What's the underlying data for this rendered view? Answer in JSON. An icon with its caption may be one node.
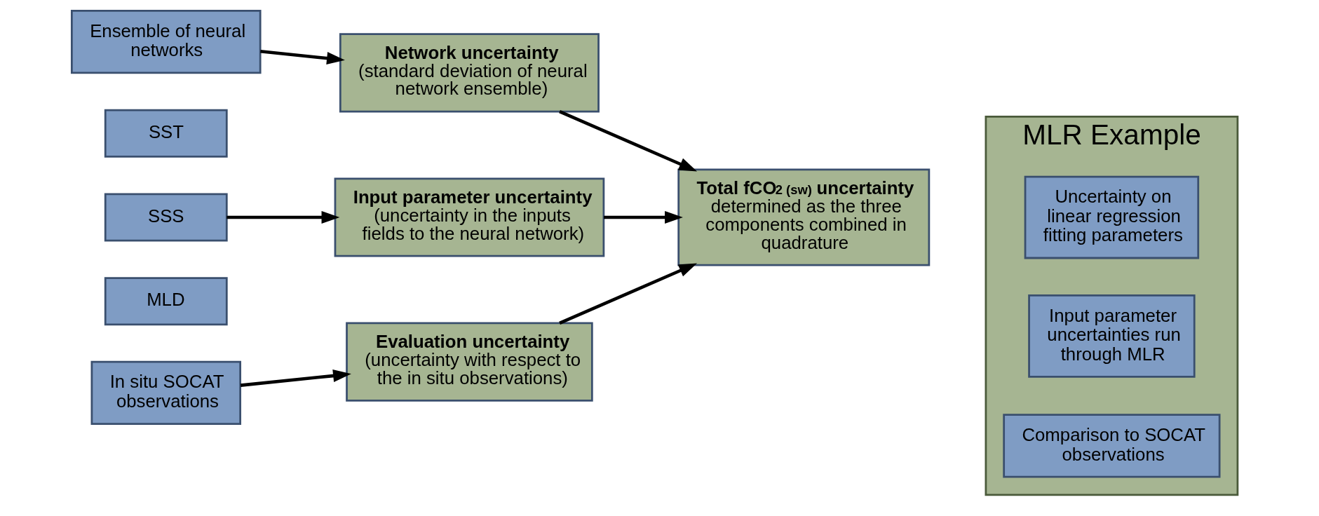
{
  "diagram": {
    "nodes": [
      {
        "text": [
          "Ensemble of neural networks"
        ]
      },
      {
        "text": [
          "Network uncertainty",
          "(standard deviation of neural network ensemble)"
        ]
      },
      {
        "text": [
          "SST"
        ]
      },
      {
        "text": [
          "SSS"
        ]
      },
      {
        "text": [
          "MLD"
        ]
      },
      {
        "text": [
          "Input parameter uncertainty",
          "(uncertainty in the inputs fields to the neural network)"
        ]
      },
      {
        "text": [
          "In situ SOCAT observations"
        ]
      },
      {
        "text": [
          "Evaluation uncertainty",
          "(uncertainty with respect to the in situ observations)"
        ]
      },
      {
        "text": [
          "Total fCO$_{2 (sw)}$ uncertainty",
          "determined as the three components combined in quadrature"
        ]
      },
      {
        "text": [
          "MLR Example"
        ]
      },
      {
        "text": [
          "Uncertainty on linear regression fitting parameters"
        ],
        "in": 9
      },
      {
        "text": [
          "Input parameter uncertainties run through MLR"
        ],
        "in": 9
      },
      {
        "text": [
          "Comparison to SOCAT observations"
        ],
        "in": 9
      }
    ],
    "edges": [
      {
        "from": 0,
        "to": 1,
        "arrow": "to"
      },
      {
        "from": 3,
        "to": 5,
        "arrow": "to"
      },
      {
        "from": 6,
        "to": 7,
        "arrow": "to"
      },
      {
        "from": 1,
        "to": 8,
        "arrow": "to"
      },
      {
        "from": 5,
        "to": 8,
        "arrow": "to"
      },
      {
        "from": 7,
        "to": 8,
        "arrow": "to"
      }
    ]
  }
}
